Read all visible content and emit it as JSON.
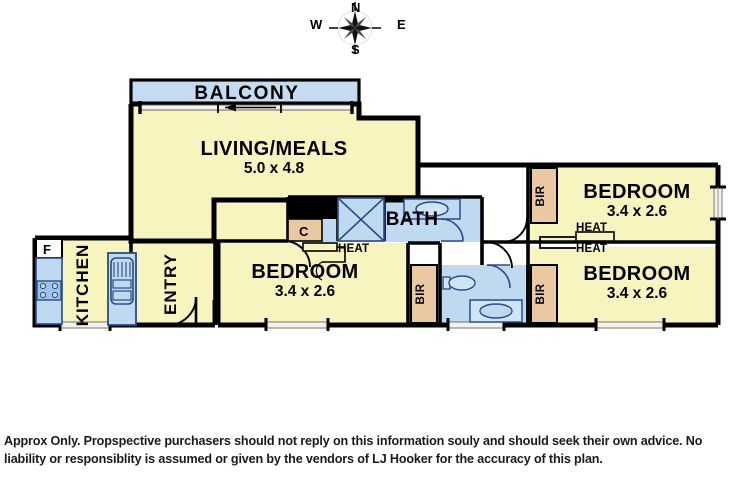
{
  "document": {
    "type": "real-estate-floor-plan",
    "title": "Apartment Floor Plan"
  },
  "colors": {
    "room_fill": "#f7f4c0",
    "wet_area_fill": "#bfdaf0",
    "balcony_fill": "#c5dcf0",
    "robe_fill": "#eac9a2",
    "wall": "#000000",
    "background": "#ffffff",
    "fixture_stroke": "#2a4c86"
  },
  "compass": {
    "name": "compass-rose",
    "north": "N",
    "south": "S",
    "east": "E",
    "west": "W"
  },
  "rooms": [
    {
      "id": "balcony",
      "label": "BALCONY",
      "dimensions": "",
      "fill": "balcony"
    },
    {
      "id": "living-meals",
      "label": "LIVING/MEALS",
      "dimensions": "5.0 x 4.8",
      "fill": "room"
    },
    {
      "id": "kitchen",
      "label": "KITCHEN",
      "dimensions": "",
      "fill": "room",
      "orientation": "vertical"
    },
    {
      "id": "entry",
      "label": "ENTRY",
      "dimensions": "",
      "fill": "room",
      "orientation": "vertical"
    },
    {
      "id": "bath",
      "label": "BATH",
      "dimensions": "",
      "fill": "wet"
    },
    {
      "id": "bedroom-left",
      "label": "BEDROOM",
      "dimensions": "3.4 x 2.6",
      "fill": "room"
    },
    {
      "id": "bedroom-top-right",
      "label": "BEDROOM",
      "dimensions": "3.4 x 2.6",
      "fill": "room"
    },
    {
      "id": "bedroom-bottom-right",
      "label": "BEDROOM",
      "dimensions": "3.4 x 2.6",
      "fill": "room"
    },
    {
      "id": "ensuite",
      "label": "",
      "dimensions": "",
      "fill": "wet"
    }
  ],
  "annotations": {
    "fridge": "F",
    "cupboard": "C",
    "robe_1": "BIR",
    "robe_2": "BIR",
    "robe_3": "BIR",
    "robe_4": "BIR",
    "heat_1": "HEAT",
    "heat_2": "HEAT",
    "heat_3": "HEAT"
  },
  "disclaimer": {
    "line1": "Approx Only.  Propspective purchasers should not reply on this information souly and should seek their own advice.  No",
    "line2": "liability or responsiblity is assumed or given by the vendors of LJ Hooker for the accuracy of this plan."
  }
}
